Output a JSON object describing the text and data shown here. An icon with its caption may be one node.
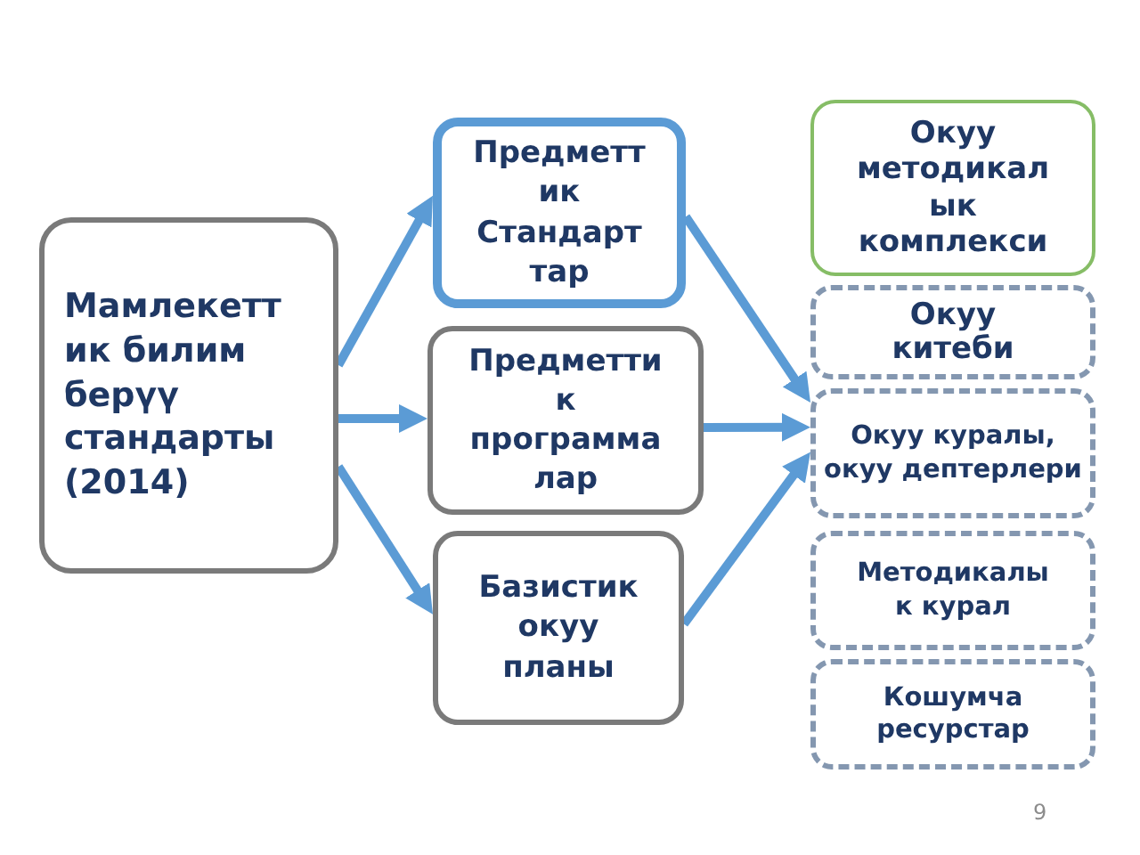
{
  "diagram": {
    "nodes": [
      {
        "text": [
          "Мамлекеттик билим берүү стандарты (2014)"
        ]
      },
      {
        "text": [
          "Предметтик Стандарттар"
        ]
      },
      {
        "text": [
          "Предметтик программалар"
        ]
      },
      {
        "text": [
          "Базистик окуу планы"
        ]
      },
      {
        "text": [
          "Окуу методикалык комплекси"
        ]
      },
      {
        "text": [
          "Окуу китеби"
        ]
      },
      {
        "text": [
          "Окуу куралы, окуу дептерлери"
        ]
      },
      {
        "text": [
          "Методикалык курал"
        ]
      },
      {
        "text": [
          "Кошумча ресурстар"
        ]
      }
    ],
    "edges": [
      {
        "from": 0,
        "to": 1,
        "arrow": "to"
      },
      {
        "from": 0,
        "to": 2,
        "arrow": "to"
      },
      {
        "from": 0,
        "to": 3,
        "arrow": "to"
      },
      {
        "from": 1,
        "to": 6,
        "arrow": "to"
      },
      {
        "from": 2,
        "to": 6,
        "arrow": "to"
      },
      {
        "from": 3,
        "to": 6,
        "arrow": "to"
      }
    ],
    "labels": [
      "9"
    ]
  }
}
